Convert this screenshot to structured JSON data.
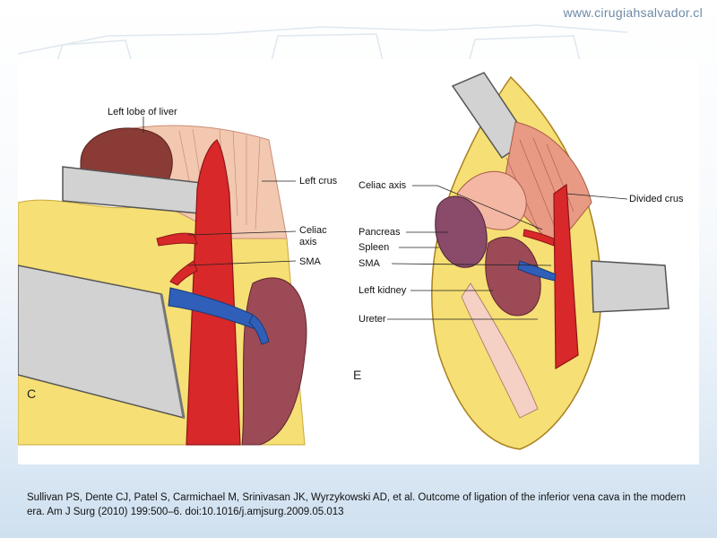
{
  "header": {
    "url": "www.cirugiahsalvador.cl"
  },
  "figure": {
    "panel_c": {
      "letter": "C",
      "labels": {
        "left_lobe_of_liver": "Left lobe of liver",
        "left_crus": "Left crus",
        "celiac_axis_line1": "Celiac",
        "celiac_axis_line2": "axis",
        "sma": "SMA"
      }
    },
    "panel_e": {
      "letter": "E",
      "labels": {
        "celiac_axis": "Celiac axis",
        "divided_crus": "Divided crus",
        "pancreas": "Pancreas",
        "spleen": "Spleen",
        "sma": "SMA",
        "left_kidney": "Left kidney",
        "ureter": "Ureter"
      }
    }
  },
  "citation": {
    "line1": "Sullivan PS, Dente CJ, Patel S, Carmichael M, Srinivasan JK, Wyrzykowski AD, et al. Outcome of ligation of the inferior vena cava in the modern",
    "line2": "era. Am J Surg (2010) 199:500–6. doi:10.1016/j.amjsurg.2009.05.013"
  },
  "colors": {
    "aorta": "#d8282a",
    "vein": "#2f5fb8",
    "fat": "#f6df74",
    "retractor": "#c8c8c8",
    "liver": "#8a3b36",
    "kidney": "#9c4a56",
    "background_blue": "#cfe0f0"
  }
}
